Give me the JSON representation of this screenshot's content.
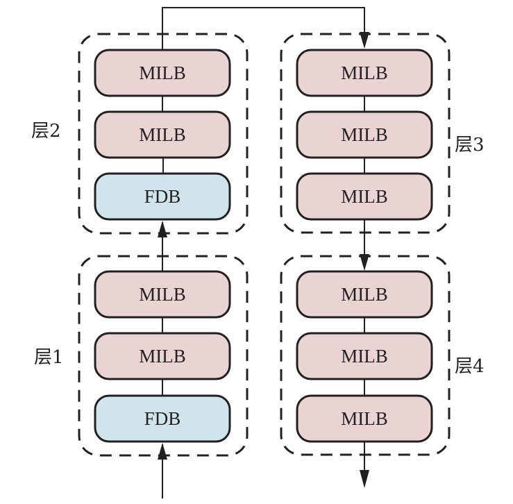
{
  "diagram": {
    "colors": {
      "milb_fill": "#ead3d3",
      "fdb_fill": "#d0e5eb",
      "stroke": "#231f20"
    },
    "layers": [
      {
        "id": "layer1",
        "label": "层1",
        "blocks": [
          {
            "type": "milb",
            "text": "MILB"
          },
          {
            "type": "milb",
            "text": "MILB"
          },
          {
            "type": "fdb",
            "text": "FDB"
          }
        ]
      },
      {
        "id": "layer2",
        "label": "层2",
        "blocks": [
          {
            "type": "milb",
            "text": "MILB"
          },
          {
            "type": "milb",
            "text": "MILB"
          },
          {
            "type": "fdb",
            "text": "FDB"
          }
        ]
      },
      {
        "id": "layer3",
        "label": "层3",
        "blocks": [
          {
            "type": "milb",
            "text": "MILB"
          },
          {
            "type": "milb",
            "text": "MILB"
          },
          {
            "type": "milb",
            "text": "MILB"
          }
        ]
      },
      {
        "id": "layer4",
        "label": "层4",
        "blocks": [
          {
            "type": "milb",
            "text": "MILB"
          },
          {
            "type": "milb",
            "text": "MILB"
          },
          {
            "type": "milb",
            "text": "MILB"
          }
        ]
      }
    ],
    "flow": [
      "input",
      "layer1",
      "layer2",
      "layer3",
      "layer4",
      "output"
    ]
  }
}
